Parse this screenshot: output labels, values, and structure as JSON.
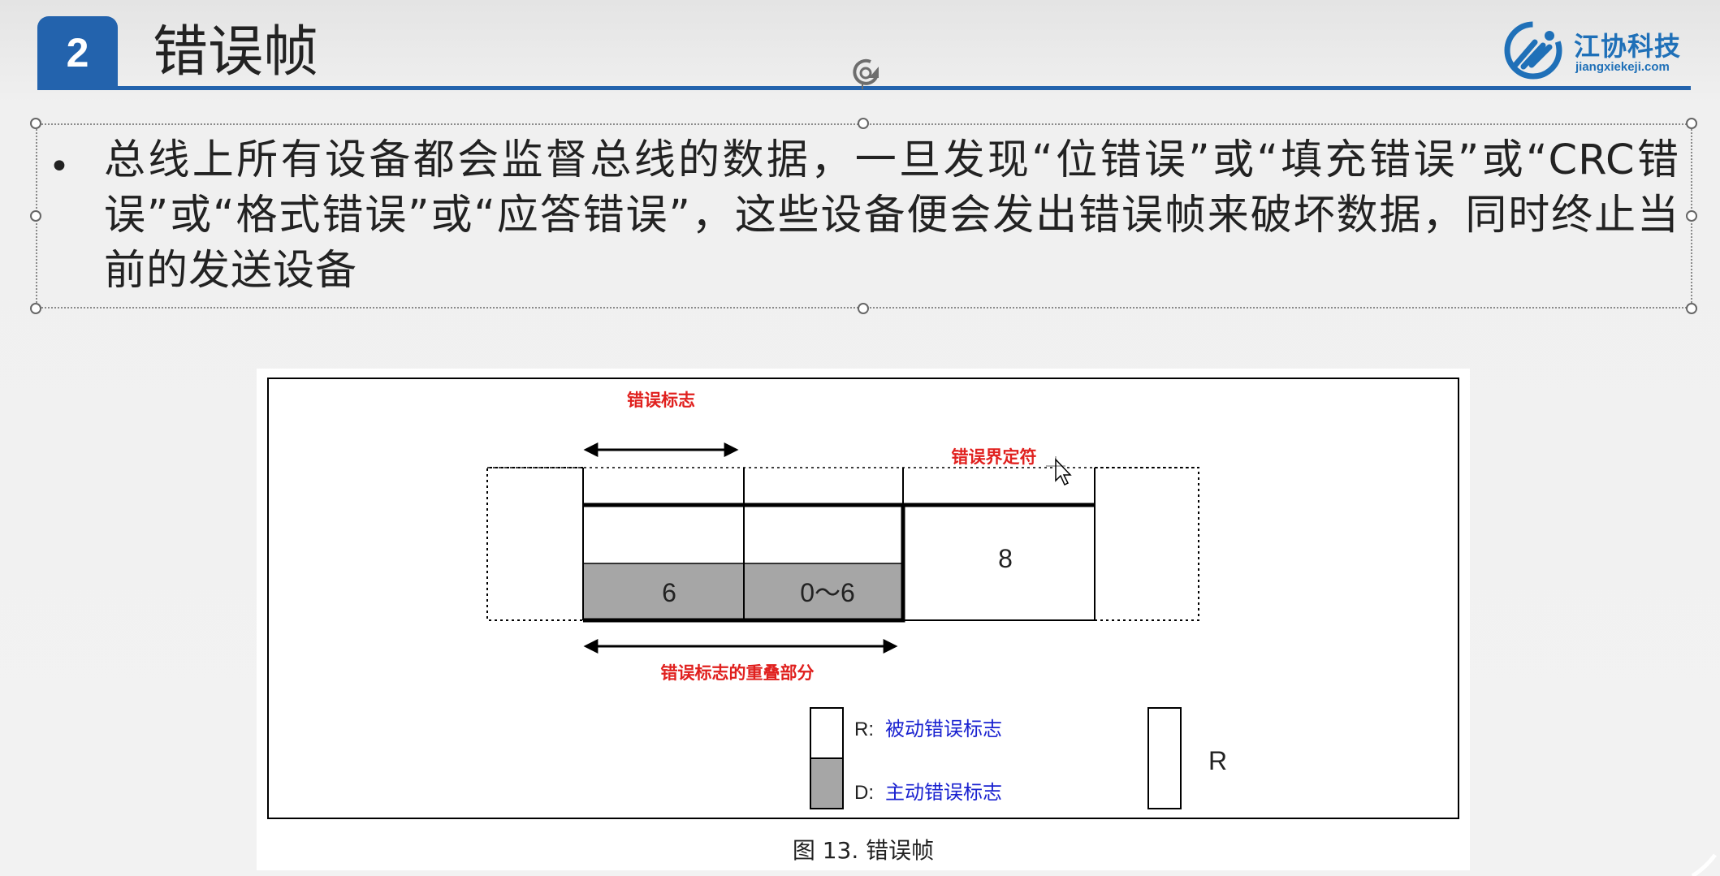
{
  "header": {
    "number": "2",
    "title": "错误帧",
    "logo_cn": "江协科技",
    "logo_en": "jiangxiekeji.com"
  },
  "body": {
    "bullet_char": "•",
    "text": "总线上所有设备都会监督总线的数据，一旦发现“位错误”或“填充错误”或“CRC错误”或“格式错误”或“应答错误”，这些设备便会发出错误帧来破坏数据，同时终止当前的发送设备"
  },
  "figure": {
    "labels": {
      "error_flag": "错误标志",
      "error_delimiter": "错误界定符",
      "overlap": "错误标志的重叠部分",
      "cell_6": "6",
      "cell_0to6": "0～6",
      "cell_8": "8"
    },
    "legend": {
      "recessive_key": "R:",
      "recessive_text": "被动错误标志",
      "dominant_key": "D:",
      "dominant_text": "主动错误标志",
      "r_symbol": "R"
    },
    "caption": "图 13.   错误帧"
  },
  "colors": {
    "accent_blue": "#2363ad",
    "label_red": "#e0201e",
    "legend_blue": "#1a22d0",
    "dominant_gray": "#a6a6a6"
  }
}
